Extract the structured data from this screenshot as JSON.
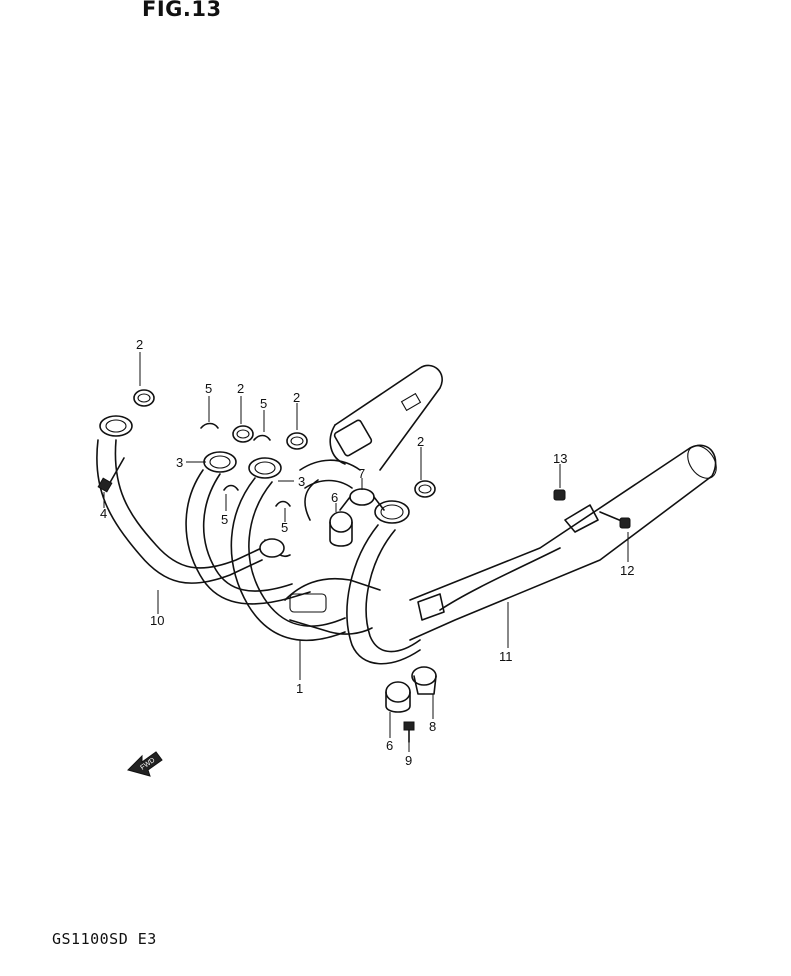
{
  "header": {
    "figure_label": "FIG.13"
  },
  "footer": {
    "model_code": "GS1100SD E3"
  },
  "fwd_arrow": {
    "label": "FWD"
  },
  "callouts": [
    {
      "text": "2"
    },
    {
      "text": "5"
    },
    {
      "text": "2"
    },
    {
      "text": "5"
    },
    {
      "text": "2"
    },
    {
      "text": "2"
    },
    {
      "text": "13"
    },
    {
      "text": "3"
    },
    {
      "text": "3"
    },
    {
      "text": "4"
    },
    {
      "text": "5"
    },
    {
      "text": "5"
    },
    {
      "text": "7"
    },
    {
      "text": "6"
    },
    {
      "text": "12"
    },
    {
      "text": "10"
    },
    {
      "text": "1"
    },
    {
      "text": "11"
    },
    {
      "text": "8"
    },
    {
      "text": "6"
    },
    {
      "text": "9"
    }
  ]
}
